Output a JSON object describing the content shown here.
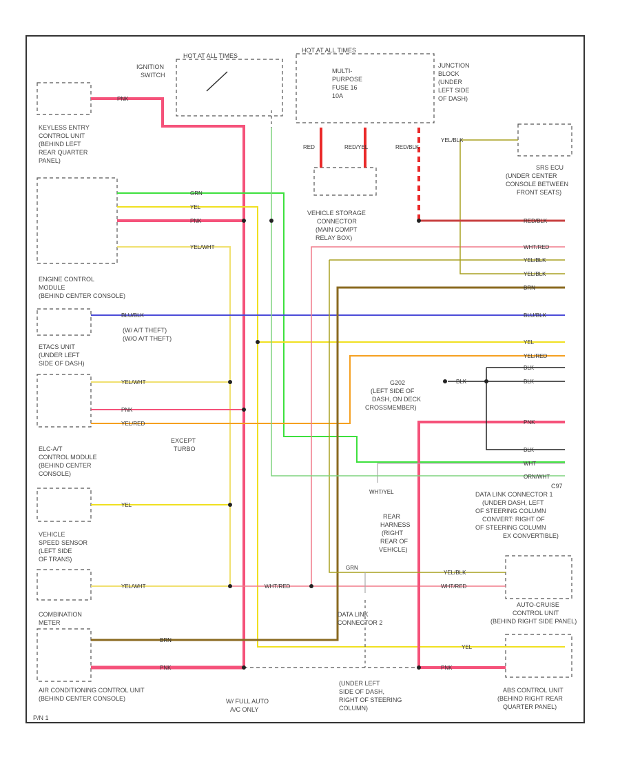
{
  "diagram": {
    "components": {
      "ignition_switch": [
        "IGNITION",
        "SWITCH"
      ],
      "hot_run_start": "HOT AT ALL TIMES",
      "hot_all_times": "HOT AT ALL TIMES",
      "junction_block": [
        "JUNCTION",
        "BLOCK",
        "(UNDER",
        "LEFT SIDE",
        "OF DASH)"
      ],
      "fuse": [
        "MULTI-",
        "PURPOSE",
        "FUSE 16",
        "10A"
      ],
      "keyless": [
        "KEYLESS ENTRY",
        "CONTROL UNIT",
        "(BEHIND LEFT",
        "REAR QUARTER",
        "PANEL)"
      ],
      "ecm": [
        "ENGINE CONTROL",
        "MODULE",
        "(BEHIND CENTER CONSOLE)"
      ],
      "etacs": [
        "ETACS UNIT",
        "(UNDER LEFT",
        "SIDE OF DASH)"
      ],
      "elc": [
        "ELC-A/T",
        "CONTROL MODULE",
        "(BEHIND CENTER",
        "CONSOLE)"
      ],
      "vss": [
        "VEHICLE",
        "SPEED SENSOR",
        "(LEFT SIDE",
        "OF TRANS)"
      ],
      "meter": [
        "COMBINATION",
        "METER"
      ],
      "ac": "AIR CONDITIONING CONTROL UNIT",
      "ac2": "(BEHIND CENTER CONSOLE)",
      "srs": [
        "SRS ECU",
        "(UNDER CENTER",
        "CONSOLE BETWEEN",
        "FRONT SEATS)"
      ],
      "data_link_connector": [
        "VEHICLE STORAGE",
        "CONNECTOR",
        "(MAIN COMPT",
        "RELAY BOX)"
      ],
      "dlc1": [
        "C97",
        "DATA LINK CONNECTOR 1",
        "(UNDER DASH, LEFT",
        "OF STEERING COLUMN",
        "CONVERT: RIGHT OF",
        "OF STEERING COLUMN",
        "EX CONVERTIBLE)"
      ],
      "rear_harness": [
        "REAR",
        "HARNESS",
        "(RIGHT",
        "REAR OF",
        "VEHICLE)"
      ],
      "ground": [
        "G202",
        "(LEFT SIDE OF",
        "DASH, ON DECK",
        "CROSSMEMBER)"
      ],
      "dlc2": [
        "DATA LINK",
        "CONNECTOR 2"
      ],
      "cruise": [
        "AUTO-CRUISE",
        "CONTROL UNIT",
        "(BEHIND RIGHT SIDE PANEL)"
      ],
      "abs": [
        "ABS CONTROL UNIT",
        "(BEHIND RIGHT REAR",
        "QUARTER PANEL)"
      ],
      "under_left": [
        "(UNDER LEFT",
        "SIDE OF DASH,",
        "RIGHT OF STEERING",
        "COLUMN)"
      ],
      "except_turbo": [
        "EXCEPT",
        "TURBO"
      ],
      "full_auto": [
        "W/ FULL AUTO",
        "A/C ONLY"
      ],
      "mt_at": [
        "(W/ A/T THEFT)",
        "(W/O A/T THEFT)"
      ]
    },
    "wires": {
      "pnk": "PNK",
      "grn": "GRN",
      "yel": "YEL",
      "yel_wht": "YEL/WHT",
      "blu_blk": "BLU/BLK",
      "yel_red": "YEL/RED",
      "wht_red": "WHT/RED",
      "yel_blk": "YEL/BLK",
      "red_blk": "RED/BLK",
      "brn": "BRN",
      "blk": "BLK",
      "wht": "WHT",
      "orn_wht": "ORN/WHT",
      "red": "RED",
      "red_yel": "RED/YEL",
      "red_blk2": "RED/BLK",
      "wht_yel": "WHT/YEL"
    },
    "colors": {
      "pink": "#f5527a",
      "green": "#3de03d",
      "yellow": "#f0e020",
      "blue": "#4a4ad8",
      "orange": "#f5a020",
      "dark_red": "#c84040",
      "olive": "#a8a020",
      "brown": "#8a6a20",
      "lightgreen": "#7ed47e",
      "red": "#ea2a2a",
      "black": "#222222",
      "gray": "#aaaaaa"
    },
    "page_ref": "P/N 1"
  }
}
